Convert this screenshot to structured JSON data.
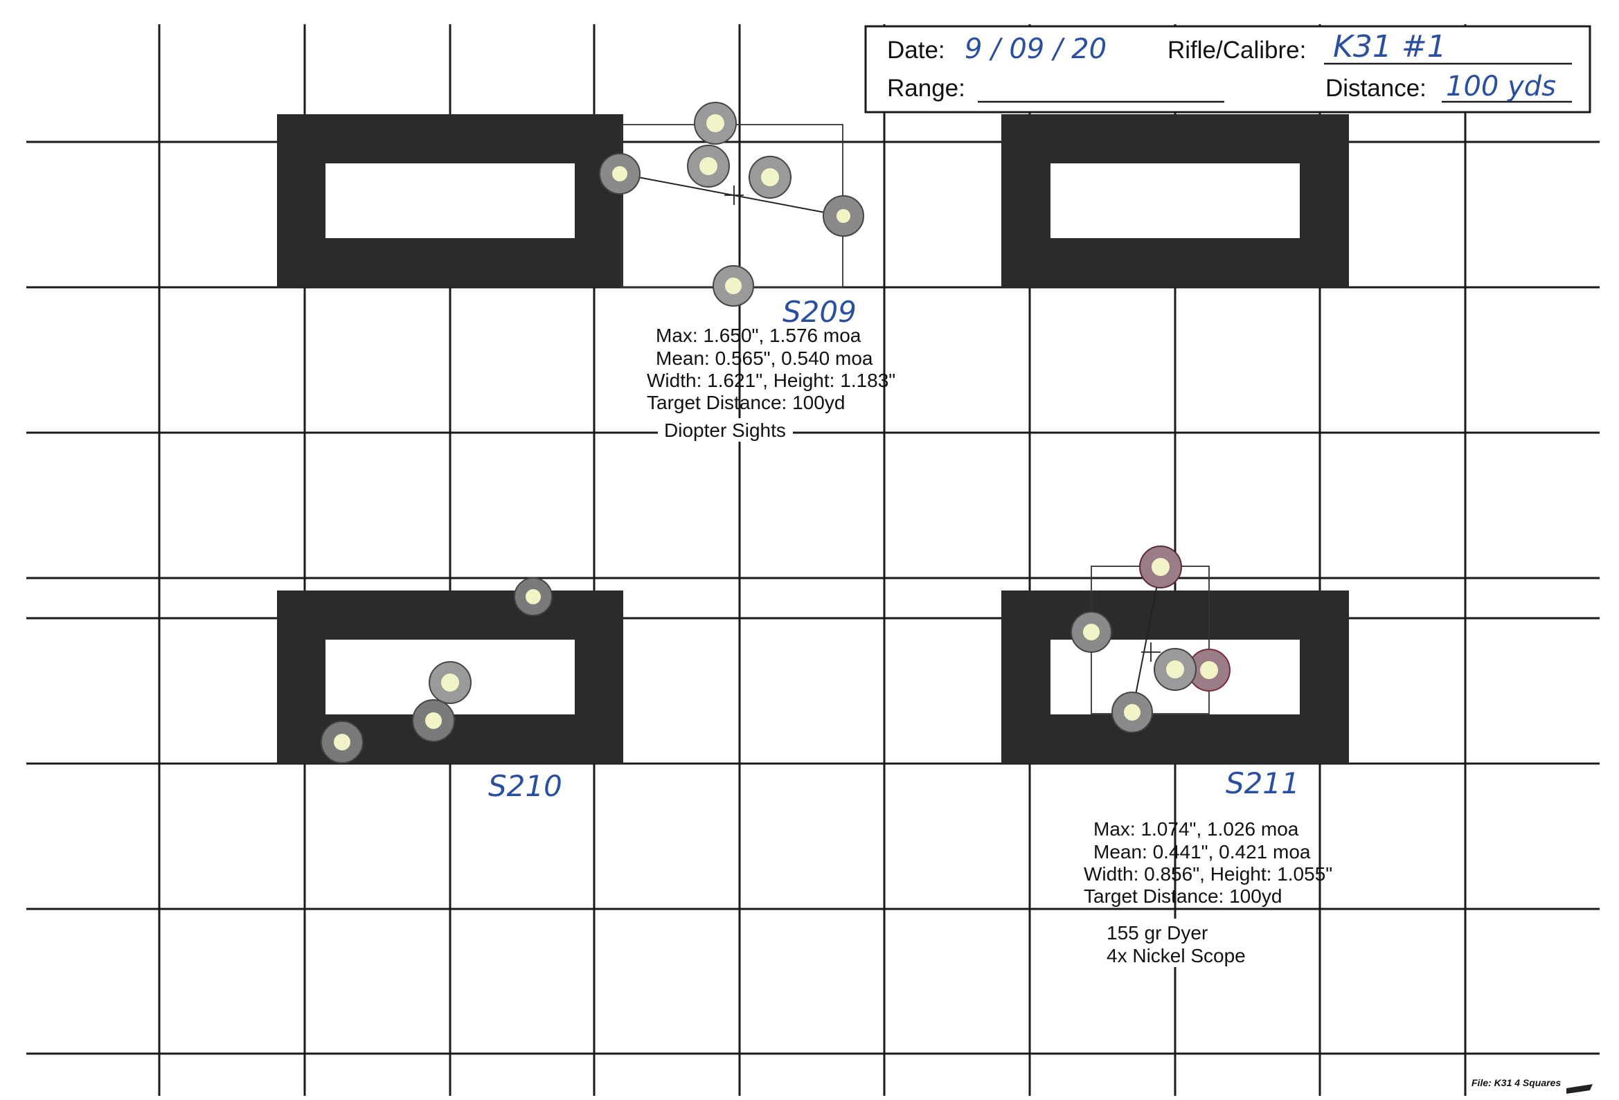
{
  "header": {
    "date_label": "Date:",
    "date_value": "9 / 09 / 20",
    "rifle_label": "Rifle/Calibre:",
    "rifle_value": "K31 #1",
    "range_label": "Range:",
    "range_value": "",
    "distance_label": "Distance:",
    "distance_value": "100 yds"
  },
  "groups": [
    {
      "label": "S209",
      "stats": [
        "Max: 1.650\", 1.576 moa",
        "Mean: 0.565\", 0.540 moa",
        "Width: 1.621\", Height: 1.183\"",
        "Target Distance: 100yd"
      ],
      "note": [
        "Diopter Sights"
      ]
    },
    {
      "label": "S210",
      "stats": [],
      "note": []
    },
    {
      "label": "S211",
      "stats": [
        "Max: 1.074\", 1.026 moa",
        "Mean: 0.441\", 0.421 moa",
        "Width: 0.856\", Height: 1.055\"",
        "Target Distance: 100yd"
      ],
      "note": [
        "155 gr Dyer",
        "4x Nickel Scope"
      ]
    }
  ],
  "footer": {
    "file_label": "File: K31 4 Squares"
  },
  "colors": {
    "grid": "#1a1a1a",
    "target_block": "#2b2b2b",
    "handwriting": "#2a4f9e",
    "bullet_hole": "#f3f3c8"
  }
}
